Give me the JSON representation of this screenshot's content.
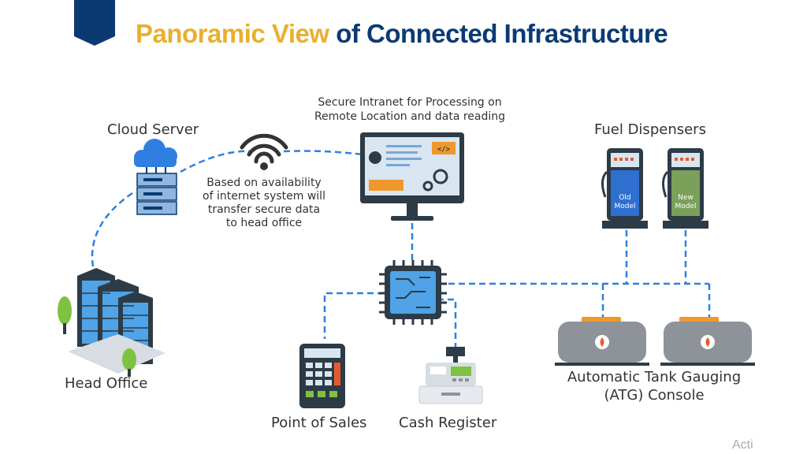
{
  "header": {
    "title_highlight": "Panoramic View",
    "title_rest": "of Connected Infrastructure"
  },
  "labels": {
    "cloud_server": "Cloud Server",
    "secure_intranet_line1": "Secure Intranet for Processing on",
    "secure_intranet_line2": "Remote Location and data reading",
    "fuel_dispensers": "Fuel Dispensers",
    "availability_line1": "Based on availability",
    "availability_line2": "of internet system will",
    "availability_line3": "transfer secure data",
    "availability_line4": "to head office",
    "head_office": "Head Office",
    "point_of_sales": "Point of Sales",
    "cash_register": "Cash Register",
    "atg_line1": "Automatic Tank Gauging",
    "atg_line2": "(ATG) Console",
    "old_model_line1": "Old",
    "old_model_line2": "Model",
    "new_model_line1": "New",
    "new_model_line2": "Model",
    "code_tag": "</>"
  },
  "watermark": "Acti",
  "colors": {
    "brand_navy": "#0b3a73",
    "title_gold": "#e8b02e",
    "link_blue": "#2f7fe0",
    "accent_orange": "#f0982c"
  }
}
